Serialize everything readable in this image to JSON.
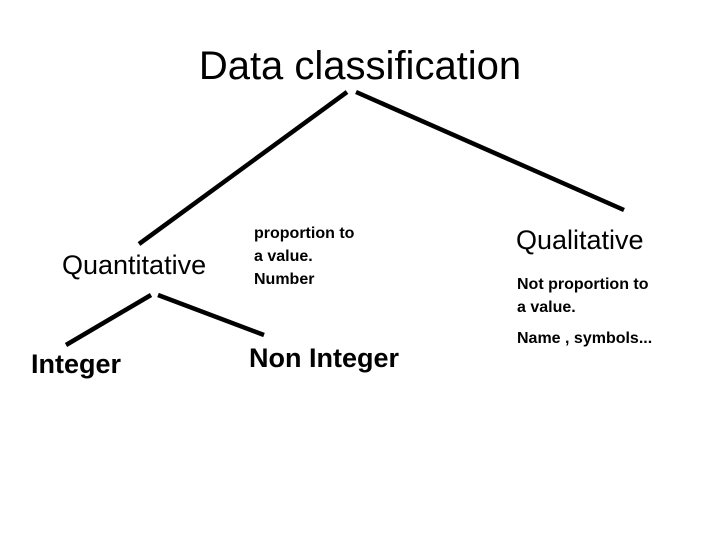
{
  "title": "Data classification",
  "nodes": {
    "quantitative": {
      "label": "Quantitative",
      "note": [
        "proportion to",
        "a value.",
        "Number"
      ]
    },
    "qualitative": {
      "label": "Qualitative",
      "note_1": [
        "Not proportion to",
        "a value."
      ],
      "note_2": "Name , symbols..."
    },
    "integer": {
      "label": "Integer"
    },
    "non_integer": {
      "label": "Non Integer"
    }
  },
  "edges": [
    {
      "from": "Data classification",
      "to": "Quantitative"
    },
    {
      "from": "Data classification",
      "to": "Qualitative"
    },
    {
      "from": "Quantitative",
      "to": "Integer"
    },
    {
      "from": "Quantitative",
      "to": "Non Integer"
    }
  ]
}
